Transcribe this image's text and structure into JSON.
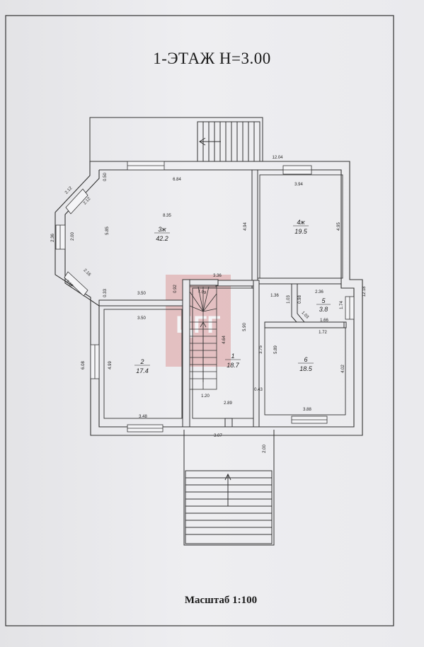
{
  "title": "1-ЭТАЖ  Н=3.00",
  "scale_label": "Масштаб 1:100",
  "watermark": "ЦГГ",
  "rooms": [
    {
      "number": "3ж",
      "area": "42.2"
    },
    {
      "number": "4ж",
      "area": "19.5"
    },
    {
      "number": "2",
      "area": "17.4"
    },
    {
      "number": "1",
      "area": "18.7"
    },
    {
      "number": "5",
      "area": "3.8"
    },
    {
      "number": "6",
      "area": "18.5"
    }
  ],
  "dimensions": {
    "top_outer": "12.04",
    "living_top": "6.84",
    "living_width": "8.35",
    "living_height_left": "5.85",
    "living_height_right": "4.94",
    "bay_side_top_a": "2.12",
    "bay_side_top_b": "2.12",
    "bay_front": "2.36",
    "bay_front_inner": "2.00",
    "bay_side_bottom_a": "2.16",
    "bay_side_bottom_b": "2.12",
    "wall_050": "0.50",
    "wall_033": "0.33",
    "hall_top": "3.36",
    "r4_width": "3.94",
    "r4_height": "4.95",
    "outer_right": "12.18",
    "r5_136": "1.36",
    "r5_236": "2.36",
    "r5_103a": "1.03",
    "r5_098": "0.98",
    "r5_103b": "1.03",
    "r5_166": "1.66",
    "r5_172": "1.72",
    "r5_174": "1.74",
    "r2_top_outer": "3.50",
    "r2_top_inner": "3.50",
    "r2_height_outer": "6.08",
    "r2_height_inner": "4.99",
    "r2_bottom": "3.48",
    "stair_092": "0.92",
    "stair_109": "1.09",
    "stair_464": "4.64",
    "stair_120": "1.20",
    "r1_height": "5.90",
    "r1_bottom": "2.89",
    "wall_375": "3.75",
    "r6_height_left": "5.89",
    "r6_height_right": "4.02",
    "r6_bottom": "3.88",
    "wall_043": "0.43",
    "porch_width": "3.07",
    "porch_depth": "2.00"
  }
}
